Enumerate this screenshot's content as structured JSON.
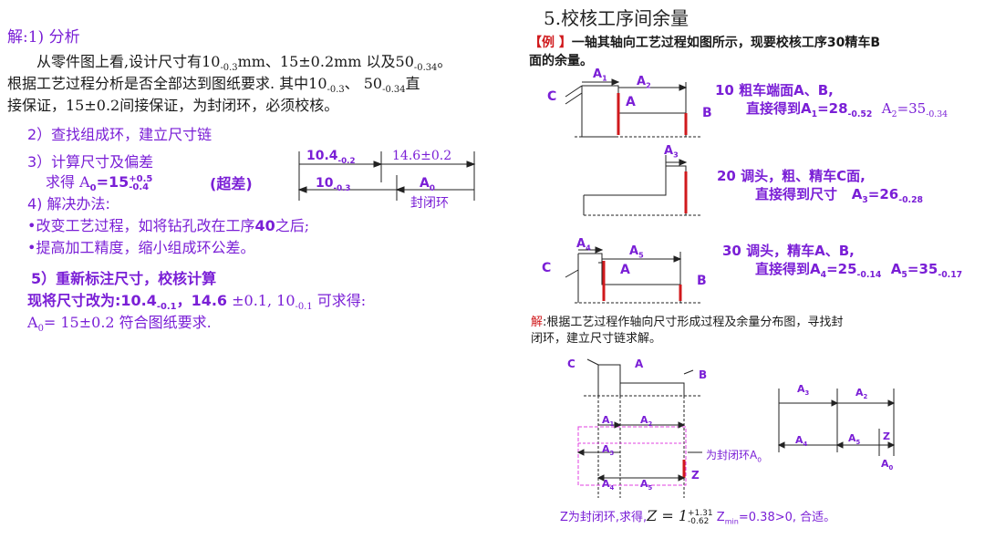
{
  "left": {
    "heading1": "解:1) 分析",
    "para1a": "从零件图上看,设计尺寸有10",
    "para1a_sub": "-0.3",
    "para1a_b": "mm、15±0.2mm 以及50",
    "para1a_sub2": "-0.34",
    "para1a_c": "。",
    "para1b": "根据工艺过程分析是否全部达到图纸要求. 其中10",
    "para1b_sub": "-0.3",
    "para1b_b": "、 50",
    "para1b_sub2": "-0.34",
    "para1b_c": "直",
    "para1c": "接保证，15±0.2间接保证，为封闭环，必须校核。",
    "heading2": "2）查找组成环，建立尺寸链",
    "heading3": "3）计算尺寸及偏差",
    "calc_a": "求得 A",
    "calc_sub0": "0",
    "calc_b": "=15",
    "calc_sub": "-0.4",
    "calc_sup": "+0.5",
    "calc_note": "(超差)",
    "heading4": "4) 解决办法:",
    "bullet1a": "•改变工艺过程，如将钻孔改在工序",
    "bullet1b": "40",
    "bullet1c": "之后;",
    "bullet2": "•提高加工精度，缩小组成环公差。",
    "heading5": "5）重新标注尺寸，校核计算",
    "final_a": "现将尺寸改为:",
    "final_b": "10.4",
    "final_b_sub": "-0.1",
    "final_c": "，14.6",
    "final_d": " ±0.1, 10",
    "final_d_sub": "-0.1",
    "final_e": " 可求得:",
    "result_a": "A",
    "result_sub": "0",
    "result_b": "= 15±0.2  符合图纸要求.",
    "chain": {
      "l1": "10.4",
      "l1_sub": "-0.2",
      "l2": "14.6±0.2",
      "l3": "10",
      "l3_sub": "-0.3",
      "l4": "A",
      "l4_sub": "0",
      "l5": "封闭环"
    }
  },
  "right": {
    "title": "5.校核工序间余量",
    "example_tag": "【例 】",
    "example_text": "一轴其轴向工艺过程如图所示，现要校核工序30精车B",
    "example_text2": "面的余量。",
    "step1a": "10 粗车端面A、B,",
    "step1b": "直接得到A",
    "step1b_sub": "1",
    "step1b_val": "=28",
    "step1b_tol": "-0.52",
    "step1c": "A",
    "step1c_sub": "2",
    "step1c_val": "=35",
    "step1c_tol": "-0.34",
    "step2a": "20 调头，粗、精车C面,",
    "step2b": "直接得到尺寸",
    "step2c": "A",
    "step2c_sub": "3",
    "step2c_val": "=26",
    "step2c_tol": "-0.28",
    "step3a": "30 调头，精车A、B,",
    "step3b": "直接得到A",
    "step3b_sub": "4",
    "step3b_val": "=25",
    "step3b_tol": "-0.14",
    "step3c": "A",
    "step3c_sub": "5",
    "step3c_val": "=35",
    "step3c_tol": "-0.17",
    "sol_tag": "解",
    "sol_text": ":根据工艺过程作轴向尺寸形成过程及余量分布图，寻找封",
    "sol_text2": "闭环，建立尺寸链求解。",
    "closed_label": "为封闭环A",
    "closed_sub": "0",
    "z_text": "Z为封闭环,求得,",
    "z_eq": "Z = 1",
    "z_sup": "+1.31",
    "z_sub": "-0.62",
    "z_min": "Z",
    "z_min_sub": "min",
    "z_min_val": "=0.38>0,",
    "z_ok": "合适。"
  },
  "labels": {
    "A": "A",
    "B": "B",
    "C": "C",
    "Z": "Z",
    "A0": "A",
    "n0": "0",
    "n1": "1",
    "n2": "2",
    "n3": "3",
    "n4": "4",
    "n5": "5"
  }
}
